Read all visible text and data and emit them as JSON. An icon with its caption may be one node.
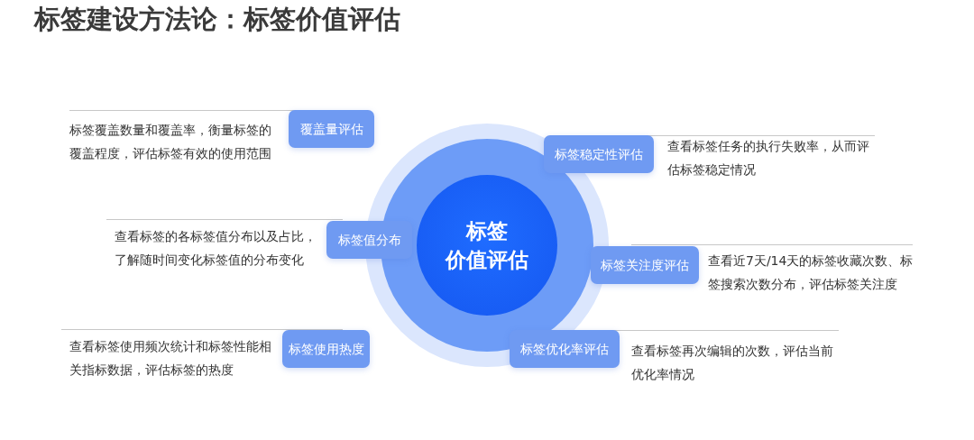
{
  "diagram": {
    "title": "标签建设方法论：标签价值评估",
    "nodes": [
      {
        "text": [
          "标签价值评估"
        ]
      },
      {
        "text": [
          "覆盖量评估"
        ],
        "beside": [
          "标签覆盖数量和覆盖率，衡量标签的覆盖程度，评估标签有效的使用范围"
        ]
      },
      {
        "text": [
          "标签稳定性评估"
        ],
        "beside": [
          "查看标签任务的执行失败率，从而评估标签稳定情况"
        ]
      },
      {
        "text": [
          "标签值分布"
        ],
        "beside": [
          "查看标签的各标签值分布以及占比，了解随时间变化标签值的分布变化"
        ]
      },
      {
        "text": [
          "标签关注度评估"
        ],
        "beside": [
          "查看近7天/14天的标签收藏次数、标签搜索次数分布，评估标签关注度"
        ]
      },
      {
        "text": [
          "标签使用热度"
        ],
        "beside": [
          "查看标签使用频次统计和标签性能相关指标数据，评估标签的热度"
        ]
      },
      {
        "text": [
          "标签优化率评估"
        ],
        "beside": [
          "查看标签再次编辑的次数，评估当前优化率情况"
        ]
      }
    ]
  }
}
